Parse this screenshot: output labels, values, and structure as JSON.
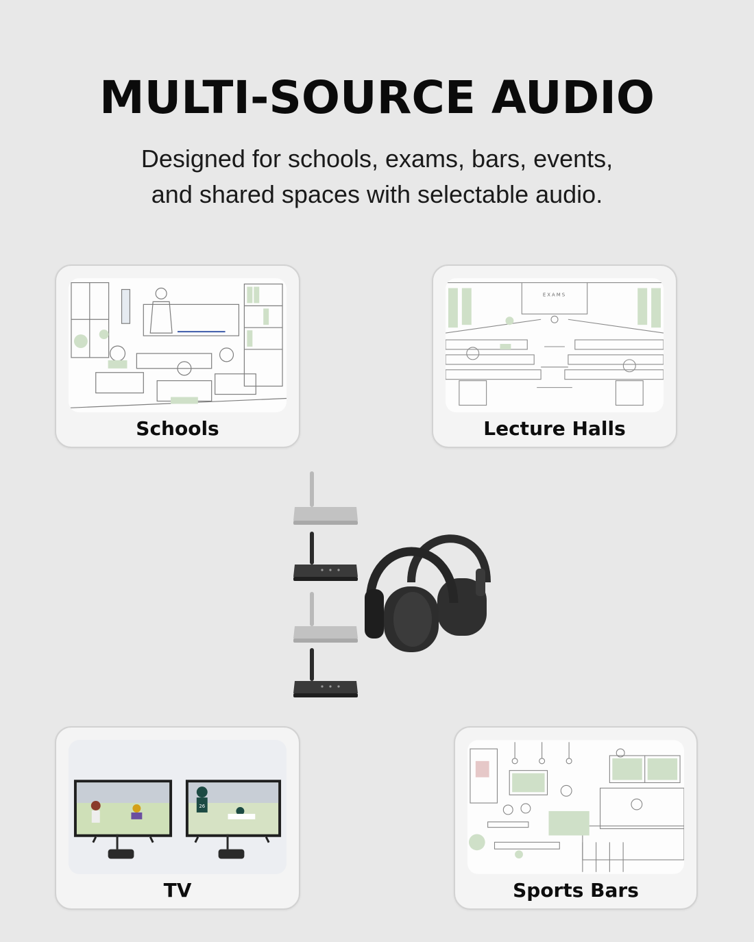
{
  "header": {
    "title": "MULTI-SOURCE AUDIO",
    "subtitle_line1": "Designed for schools, exams, bars, events,",
    "subtitle_line2": "and shared spaces with selectable audio."
  },
  "scenes": {
    "schools": {
      "label": "Schools"
    },
    "lecture_halls": {
      "label": "Lecture Halls",
      "screen_text": "EXAMS"
    },
    "tv": {
      "label": "TV",
      "jersey_number": "26"
    },
    "sports_bars": {
      "label": "Sports Bars"
    }
  },
  "colors": {
    "background": "#e8e8e8",
    "card": "#f4f4f4",
    "card_border": "#d2d2d2",
    "device_dark": "#2a2a2a",
    "device_faded": "#b9b9b9",
    "sketch_green": "#cfe0c8"
  }
}
